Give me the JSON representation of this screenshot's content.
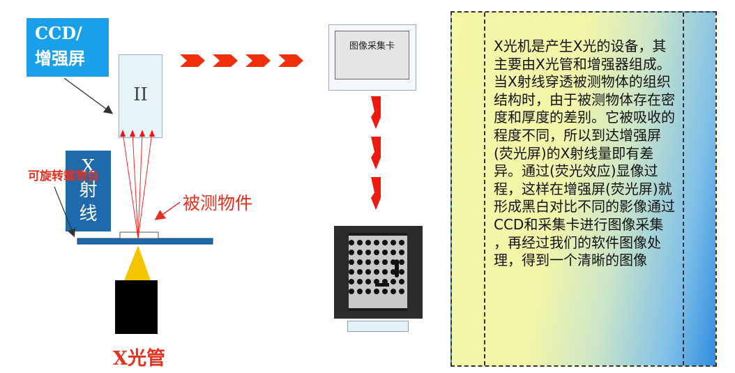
{
  "ccd_label": {
    "line1": "CCD/",
    "line2": "增强屏"
  },
  "ii_label": "II",
  "xray_label": {
    "c1": "X",
    "c2": "射",
    "c3": "线"
  },
  "platform_label": "可旋转载物台",
  "object_label": "被测物件",
  "tube_label": "X光管",
  "capture_card_label": "图像采集卡",
  "description": "X光机是产生X光的设备，其主要由X光管和增强器组成。当X射线穿透被测物体的组织结构时，由于被测物体存在密度和厚度的差别。它被吸收的程度不同，所以到达增强屏(荧光屏)的X射线量即有差异。通过(荧光效应)显像过程，这样在增强屏(荧光屏)就形成黑白对比不同的影像通过CCD和采集卡进行图像采集 ，再经过我们的软件图像处理，得到一个清晰的图像",
  "colors": {
    "accent_blue": "#1aa0e8",
    "arrow_red": "#e8301e",
    "xray_beam": "#ff0000",
    "cone_yellow": "#f5c400",
    "platform_blue": "#1e6aad"
  }
}
